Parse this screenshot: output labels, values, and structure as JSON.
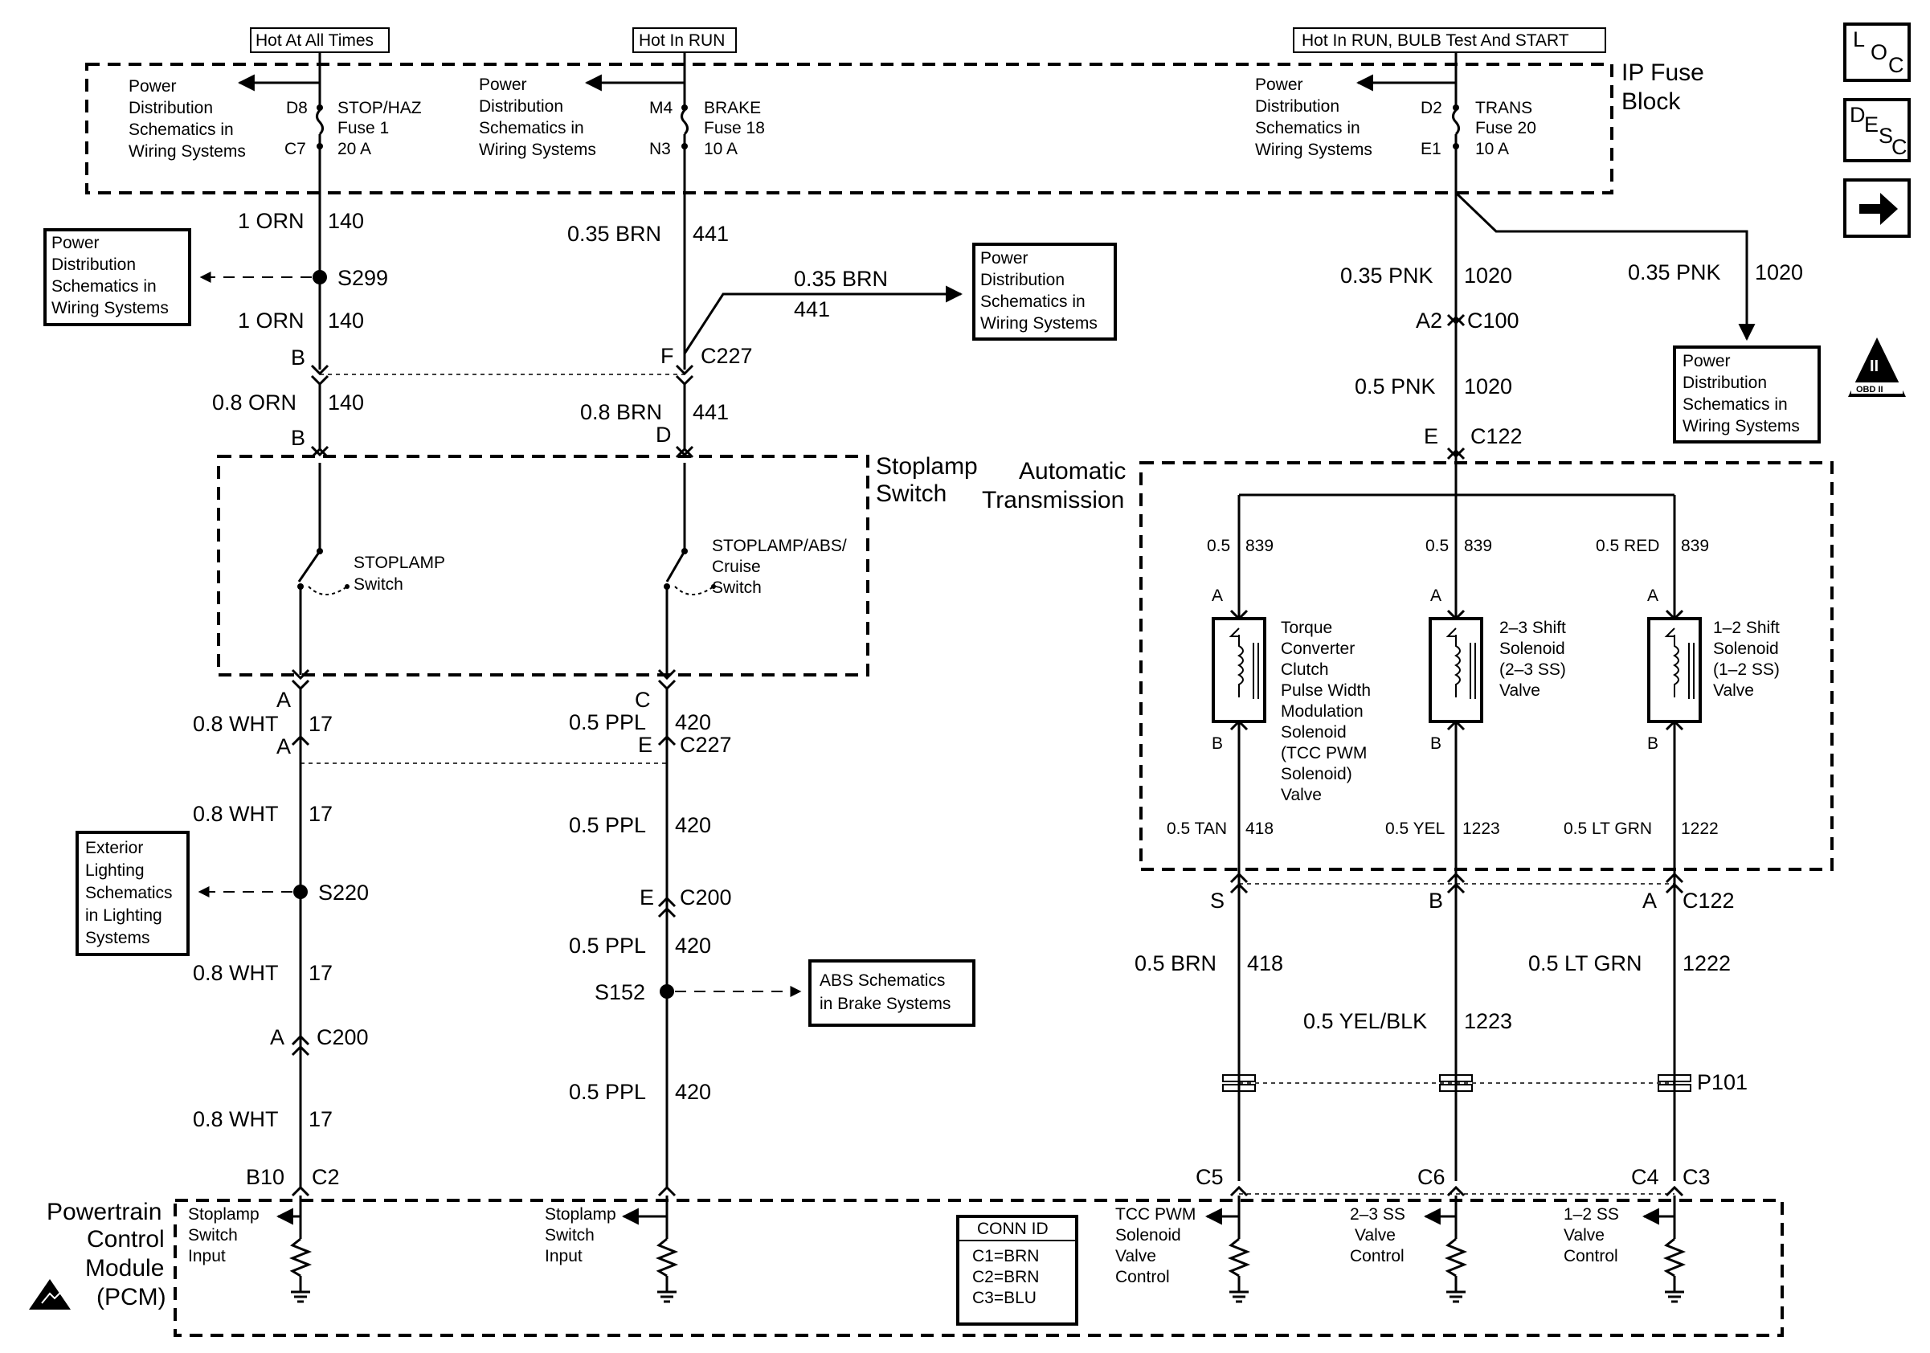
{
  "fuse_block": {
    "title_l1": "IP Fuse",
    "title_l2": "Block",
    "header_hot_always": "Hot At All Times",
    "header_hot_run": "Hot In RUN",
    "header_hot_run_bulb": "Hot In RUN, BULB Test And START",
    "fuses": [
      {
        "name": "STOP/HAZ",
        "fuse": "Fuse 1",
        "amps": "20 A",
        "pin_in": "D8",
        "pin_out": "C7"
      },
      {
        "name": "BRAKE",
        "fuse": "Fuse 18",
        "amps": "10 A",
        "pin_in": "M4",
        "pin_out": "N3"
      },
      {
        "name": "TRANS",
        "fuse": "Fuse 20",
        "amps": "10 A",
        "pin_in": "D2",
        "pin_out": "E1"
      }
    ],
    "ref_l1": "Power",
    "ref_l2": "Distribution",
    "ref_l3": "Schematics in",
    "ref_l4": "Wiring Systems"
  },
  "refs": {
    "exterior_l1": "Exterior",
    "exterior_l2": "Lighting",
    "exterior_l3": "Schematics",
    "exterior_l4": "in Lighting",
    "exterior_l5": "Systems",
    "abs_l1": "ABS Schematics",
    "abs_l2": "in Brake Systems"
  },
  "stoplamp_circuit": {
    "w1": "1 ORN",
    "c1": "140",
    "splice1": "S299",
    "w2": "1 ORN",
    "c2": "140",
    "pinB": "B",
    "w3": "0.8 ORN",
    "c3": "140",
    "pinB2": "B",
    "sw_label_l1": "STOPLAMP",
    "sw_label_l2": "Switch",
    "pinA": "A",
    "w4": "0.8 WHT",
    "c4": "17",
    "pinA2": "A",
    "w5": "0.8 WHT",
    "c5": "17",
    "splice2": "S220",
    "w6": "0.8 WHT",
    "c6": "17",
    "pinA3": "A",
    "conn_c200": "C200",
    "w7": "0.8 WHT",
    "c7": "17",
    "pin_b10": "B10",
    "pin_c2": "C2"
  },
  "brake_circuit": {
    "w1": "0.35 BRN",
    "c1": "441",
    "branch_w": "0.35 BRN",
    "branch_c": "441",
    "pinF": "F",
    "conn_c227": "C227",
    "w2": "0.8 BRN",
    "c2": "441",
    "pinD": "D",
    "sw_label_l1": "STOPLAMP/ABS/",
    "sw_label_l2": "Cruise",
    "sw_label_l3": "Switch",
    "pinC": "C",
    "w3": "0.5 PPL",
    "c3": "420",
    "pinE": "E",
    "conn_c227b": "C227",
    "w4": "0.5 PPL",
    "c4": "420",
    "pinE2": "E",
    "conn_c200": "C200",
    "w5": "0.5 PPL",
    "c5": "420",
    "splice": "S152",
    "w6": "0.5 PPL",
    "c6": "420"
  },
  "switch_box": {
    "title_l1": "Stoplamp",
    "title_l2": "Switch"
  },
  "trans_circuit": {
    "w1": "0.35 PNK",
    "c1": "1020",
    "branch_w": "0.35 PNK",
    "branch_c": "1020",
    "pinA2": "A2",
    "conn_c100": "C100",
    "w2": "0.5 PNK",
    "c2": "1020",
    "pinE": "E",
    "conn_c122": "C122"
  },
  "auto_trans": {
    "title_l1": "Automatic",
    "title_l2": "Transmission",
    "feed_w": "0.5",
    "feed_c": "839",
    "feed_w2": "0.5",
    "feed_c2": "839",
    "feed_w3": "0.5 RED",
    "feed_c3": "839",
    "tcc": {
      "l1": "Torque",
      "l2": "Converter",
      "l3": "Clutch",
      "l4": "Pulse Width",
      "l5": "Modulation",
      "l6": "Solenoid",
      "l7": "(TCC PWM",
      "l8": "Solenoid)",
      "l9": "Valve",
      "pa": "A",
      "pb": "B",
      "out_w": "0.5 TAN",
      "out_c": "418"
    },
    "ss23": {
      "l1": "2–3 Shift",
      "l2": "Solenoid",
      "l3": "(2–3 SS)",
      "l4": "Valve",
      "pa": "A",
      "pb": "B",
      "out_w": "0.5 YEL",
      "out_c": "1223"
    },
    "ss12": {
      "l1": "1–2 Shift",
      "l2": "Solenoid",
      "l3": "(1–2 SS)",
      "l4": "Valve",
      "pa": "A",
      "pb": "B",
      "out_w": "0.5 LT GRN",
      "out_c": "1222"
    }
  },
  "trans_lower": {
    "pinS": "S",
    "pinB": "B",
    "pinA": "A",
    "conn_c122": "C122",
    "w_brn": "0.5 BRN",
    "c_brn": "418",
    "w_ylb": "0.5 YEL/BLK",
    "c_ylb": "1223",
    "w_grn": "0.5 LT GRN",
    "c_grn": "1222",
    "p101": "P101",
    "pin_c5": "C5",
    "pin_c6": "C6",
    "pin_c4": "C4",
    "pin_c3": "C3"
  },
  "pcm": {
    "title_l1": "Powertrain",
    "title_l2": "Control",
    "title_l3": "Module",
    "title_l4": "(PCM)",
    "in1_l1": "Stoplamp",
    "in1_l2": "Switch",
    "in1_l3": "Input",
    "in2_l1": "Stoplamp",
    "in2_l2": "Switch",
    "in2_l3": "Input",
    "in3_l1": "TCC PWM",
    "in3_l2": "Solenoid",
    "in3_l3": "Valve",
    "in3_l4": "Control",
    "in4_l1": "2–3 SS",
    "in4_l2": "Valve",
    "in4_l3": "Control",
    "in5_l1": "1–2 SS",
    "in5_l2": "Valve",
    "in5_l3": "Control",
    "conn_title": "CONN ID",
    "conn_1": "C1=BRN",
    "conn_2": "C2=BRN",
    "conn_3": "C3=BLU"
  },
  "side_icons": {
    "loc_l": "L",
    "loc_o": "O",
    "loc_c": "C",
    "desc_d": "D",
    "desc_e": "E",
    "desc_s": "S",
    "desc_c": "C",
    "obd_top": "II",
    "obd_bottom": "OBD II"
  }
}
